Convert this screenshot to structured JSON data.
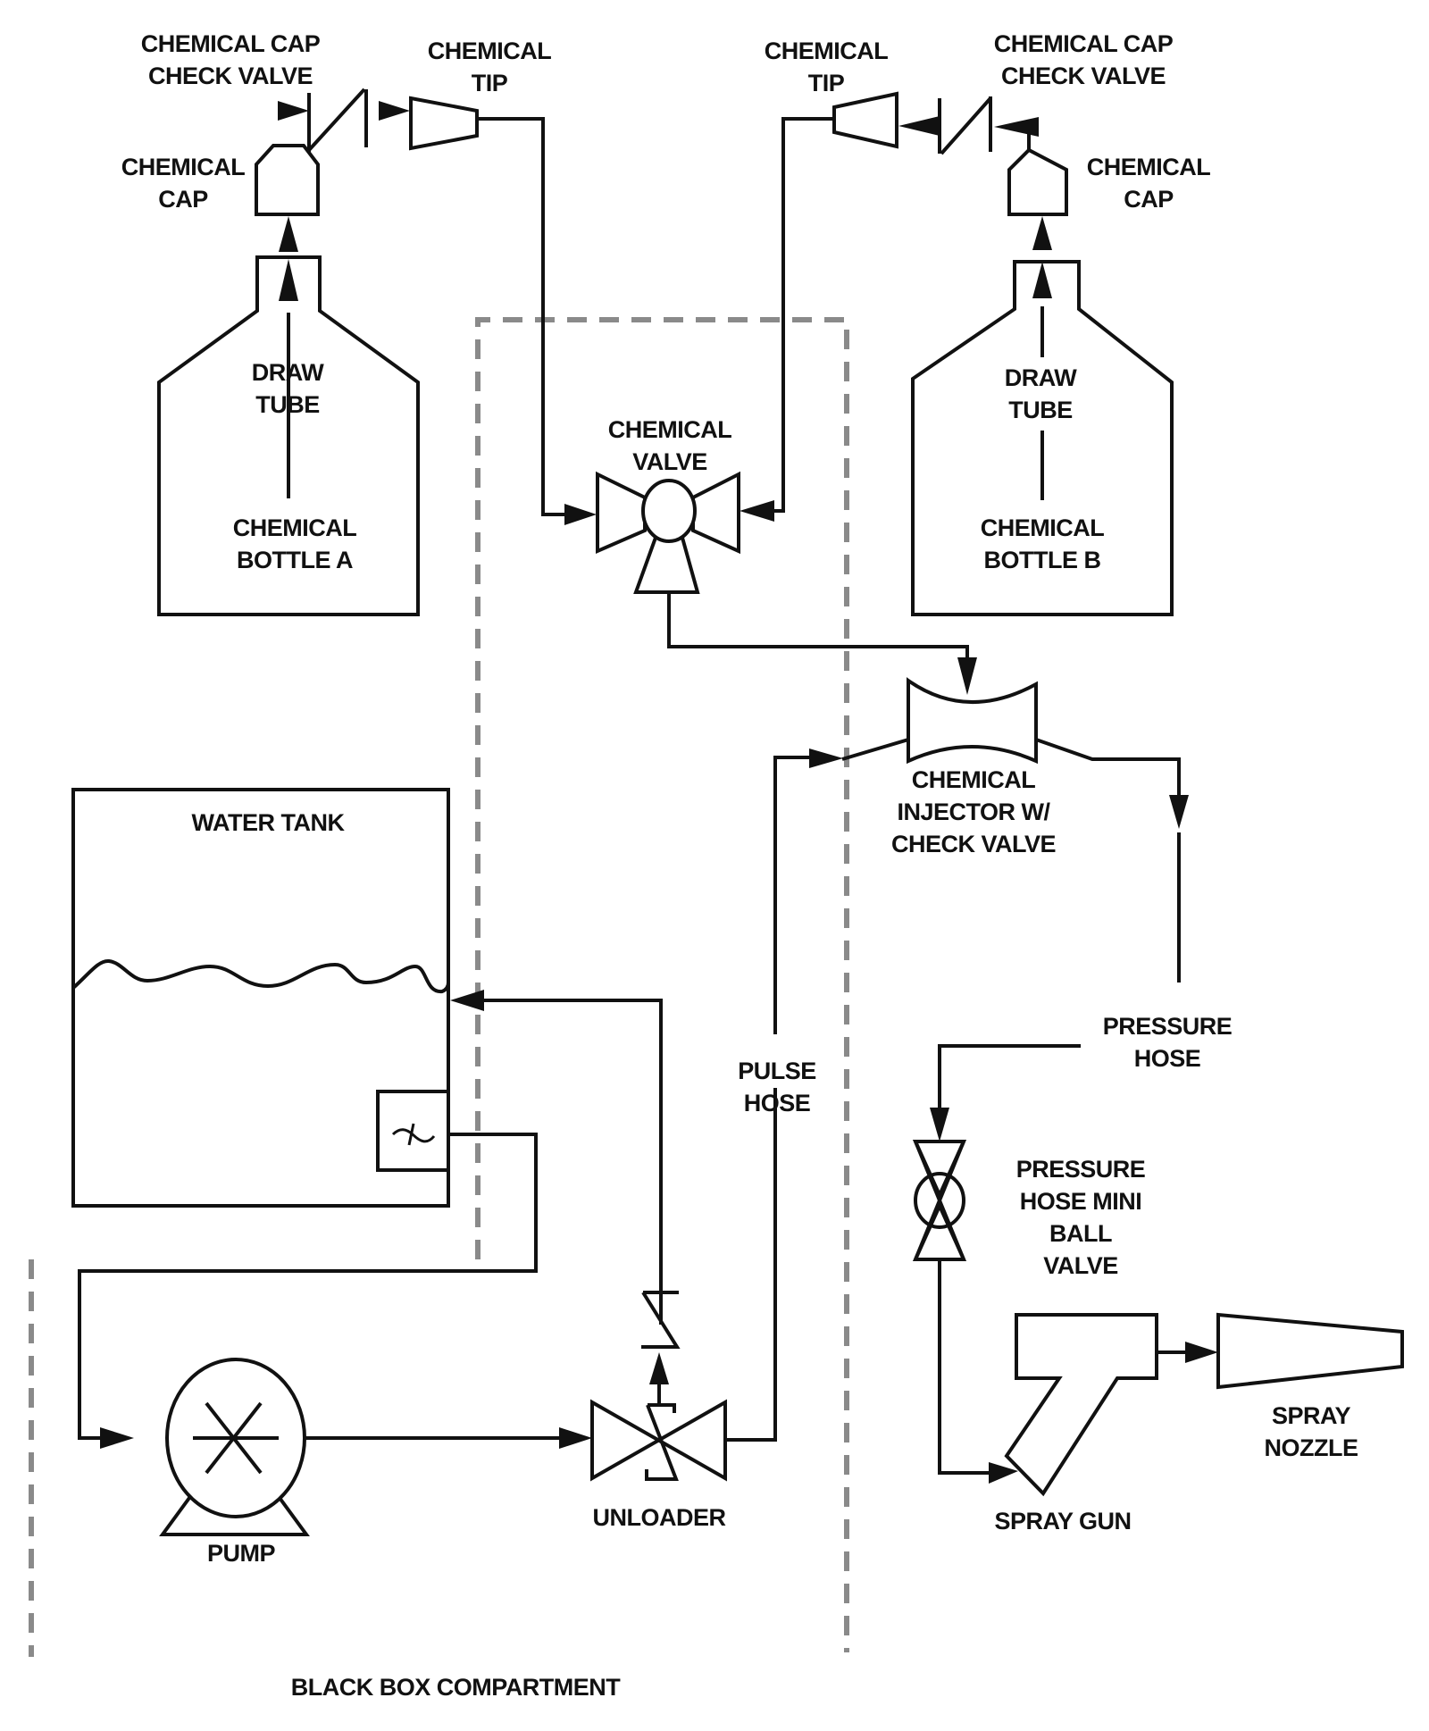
{
  "diagram": {
    "title": "BLACK BOX COMPARTMENT",
    "colors": {
      "line": "#111111",
      "compartment_border": "#8a8a8a",
      "background": "#ffffff"
    },
    "components": {
      "check_valve_a": {
        "label": [
          "CHEMICAL CAP",
          "CHECK VALVE"
        ]
      },
      "tip_a": {
        "label": [
          "CHEMICAL",
          "TIP"
        ]
      },
      "cap_a": {
        "label": [
          "CHEMICAL",
          "CAP"
        ]
      },
      "bottle_a": {
        "draw_tube": [
          "DRAW",
          "TUBE"
        ],
        "label": [
          "CHEMICAL",
          "BOTTLE A"
        ]
      },
      "tip_b": {
        "label": [
          "CHEMICAL",
          "TIP"
        ]
      },
      "check_valve_b": {
        "label": [
          "CHEMICAL CAP",
          "CHECK VALVE"
        ]
      },
      "cap_b": {
        "label": [
          "CHEMICAL",
          "CAP"
        ]
      },
      "bottle_b": {
        "draw_tube": [
          "DRAW",
          "TUBE"
        ],
        "label": [
          "CHEMICAL",
          "BOTTLE B"
        ]
      },
      "chemical_valve": {
        "label": [
          "CHEMICAL",
          "VALVE"
        ]
      },
      "injector": {
        "label": [
          "CHEMICAL",
          "INJECTOR W/",
          "CHECK VALVE"
        ]
      },
      "water_tank": {
        "label": "WATER TANK"
      },
      "pulse_hose": {
        "label": [
          "PULSE",
          "HOSE"
        ]
      },
      "pressure_hose": {
        "label": [
          "PRESSURE",
          "HOSE"
        ]
      },
      "ball_valve": {
        "label": [
          "PRESSURE",
          "HOSE MINI",
          "BALL",
          "VALVE"
        ]
      },
      "spray_gun": {
        "label": "SPRAY GUN"
      },
      "spray_nozzle": {
        "label": [
          "SPRAY",
          "NOZZLE"
        ]
      },
      "pump": {
        "label": "PUMP"
      },
      "unloader": {
        "label": "UNLOADER"
      }
    }
  }
}
